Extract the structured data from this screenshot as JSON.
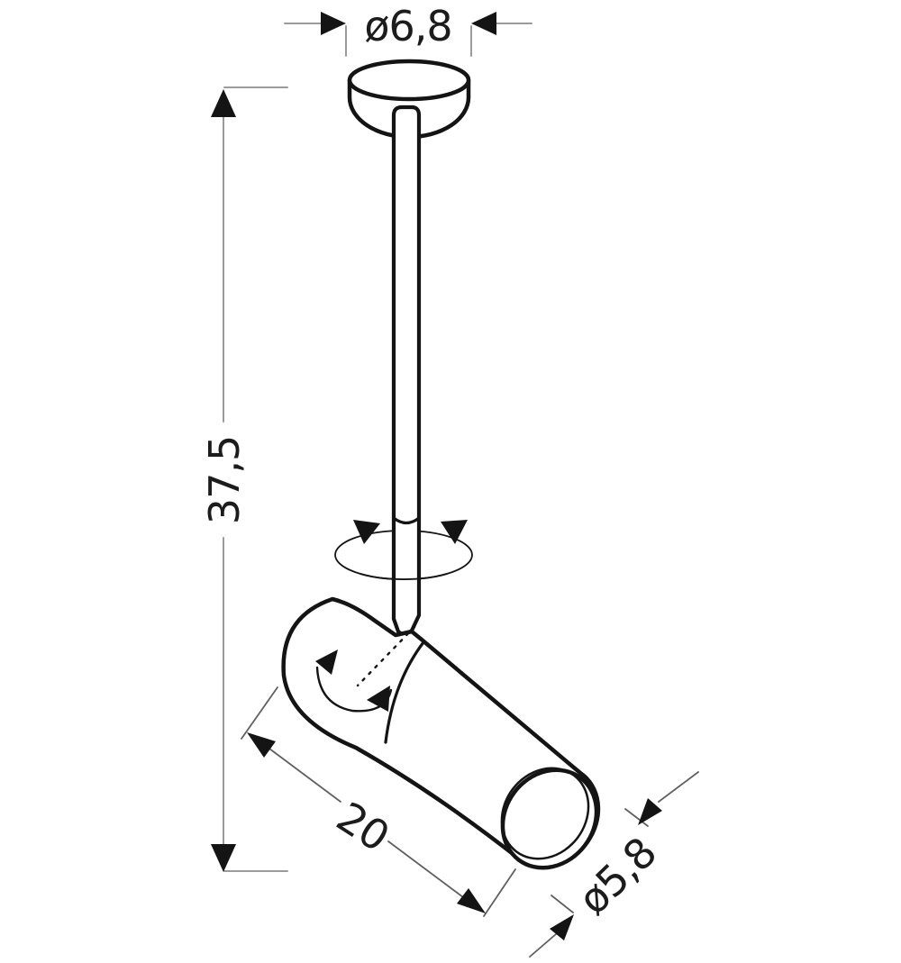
{
  "drawing": {
    "title": "Pendant spotlight technical dimension drawing",
    "labels": {
      "canopy_diameter": "ø6,8",
      "overall_height": "37,5",
      "head_length": "20",
      "head_diameter": "ø5,8"
    },
    "colors": {
      "outline": "#141414",
      "dimension_line_light": "#9b9b9b",
      "dimension_line_dark": "#606060",
      "text": "#1c1c1c",
      "background": "#ffffff"
    }
  }
}
